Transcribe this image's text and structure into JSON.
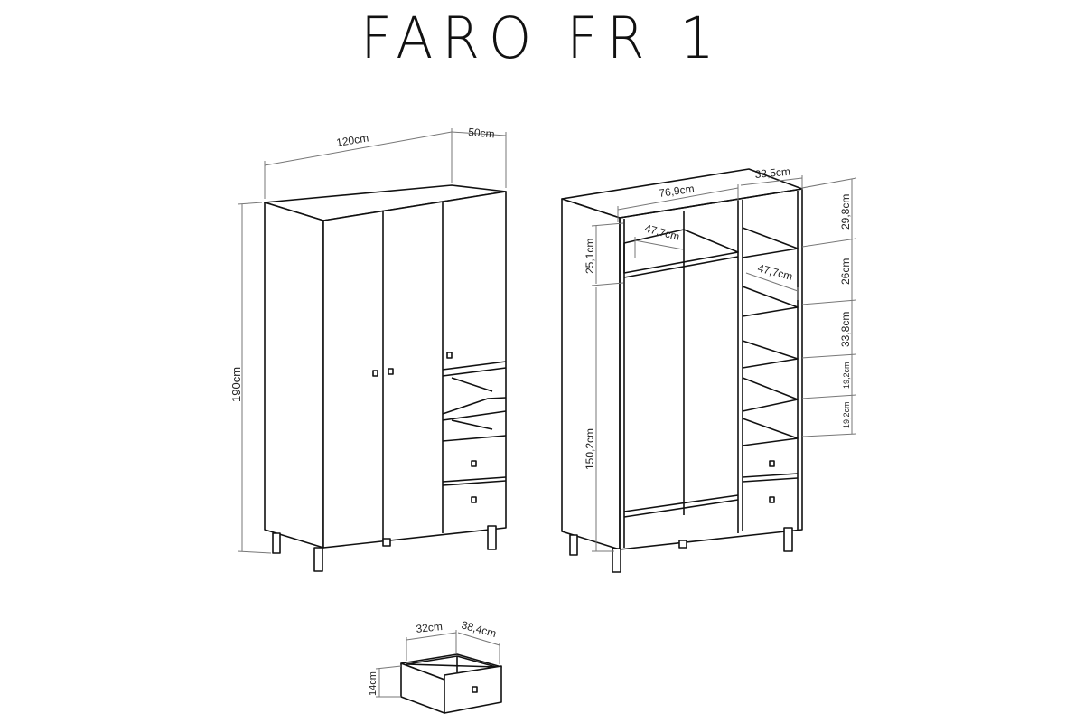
{
  "title": "FARO FR 1",
  "closed_view": {
    "width": "120cm",
    "depth": "50cm",
    "height": "190cm"
  },
  "open_view": {
    "inner_width": "76,9cm",
    "side_width": "38,5cm",
    "top_compartment_height": "25,1cm",
    "hanging_height": "150,2cm",
    "shelf_depth_left": "47,7cm",
    "shelf_depth_right": "47,7cm",
    "shelf_heights": [
      "29,8cm",
      "26cm",
      "33,8cm",
      "19,2cm",
      "19,2cm"
    ]
  },
  "drawer": {
    "width": "32cm",
    "depth": "38,4cm",
    "height": "14cm"
  }
}
